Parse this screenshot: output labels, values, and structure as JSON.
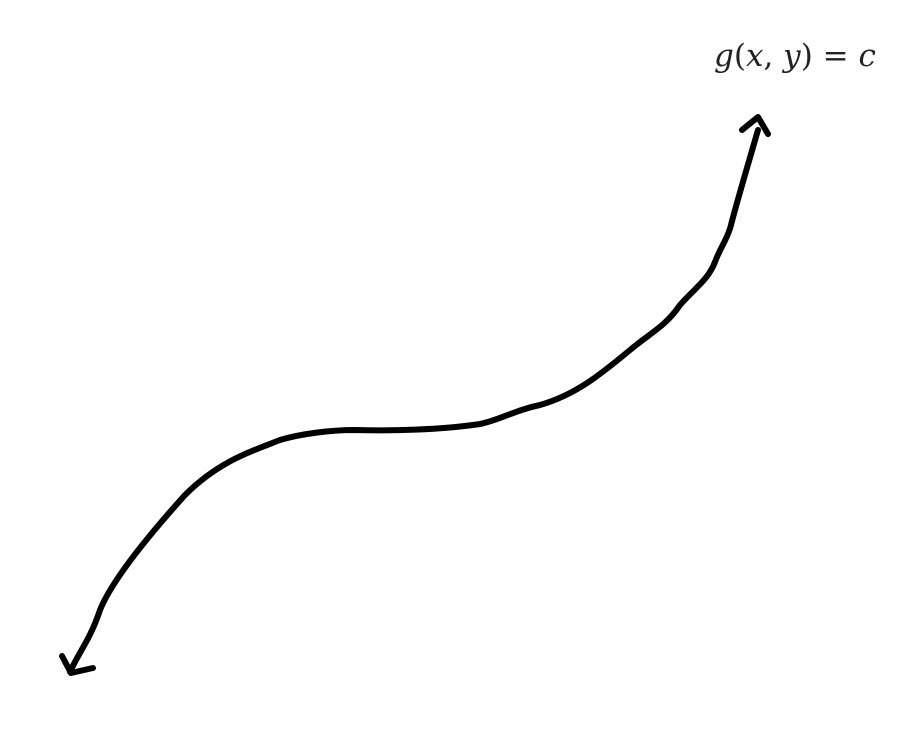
{
  "diagram": {
    "label": {
      "func": "g",
      "open": "(",
      "var1": "x",
      "comma": ", ",
      "var2": "y",
      "close": ")",
      "equals": " = ",
      "const": "c"
    },
    "curve_color": "#000000",
    "label_color": "#222222",
    "background": "#ffffff"
  }
}
